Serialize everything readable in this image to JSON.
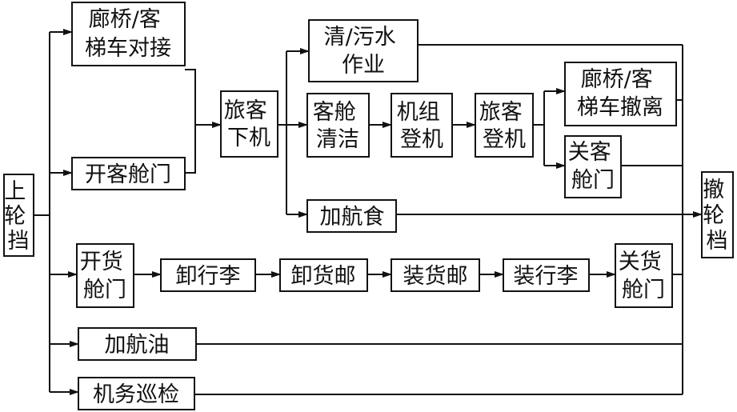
{
  "colors": {
    "stroke": "#111111",
    "background": "#ffffff"
  },
  "nodes": {
    "chock_on": [
      "上",
      "轮",
      "挡"
    ],
    "bridge_dock": [
      "廊桥/客",
      "梯车对接"
    ],
    "open_cabin": [
      "开客舱门"
    ],
    "deplane": [
      "旅客",
      "下机"
    ],
    "water": [
      "清/污水",
      "作业"
    ],
    "cabin_clean": [
      "客舱",
      "清洁"
    ],
    "crew_board": [
      "机组",
      "登机"
    ],
    "pax_board": [
      "旅客",
      "登机"
    ],
    "bridge_leave": [
      "廊桥/客",
      "梯车撤离"
    ],
    "close_cabin": [
      "关客",
      "舱门"
    ],
    "catering": [
      "加航食"
    ],
    "chock_off": [
      "撤",
      "轮",
      "档"
    ],
    "open_cargo": [
      "开货",
      "舱门"
    ],
    "unload_bag": [
      "卸行李"
    ],
    "unload_mail": [
      "卸货邮"
    ],
    "load_mail": [
      "装货邮"
    ],
    "load_bag": [
      "装行李"
    ],
    "close_cargo": [
      "关货",
      "舱门"
    ],
    "fuel": [
      "加航油"
    ],
    "inspect": [
      "机务巡检"
    ]
  }
}
